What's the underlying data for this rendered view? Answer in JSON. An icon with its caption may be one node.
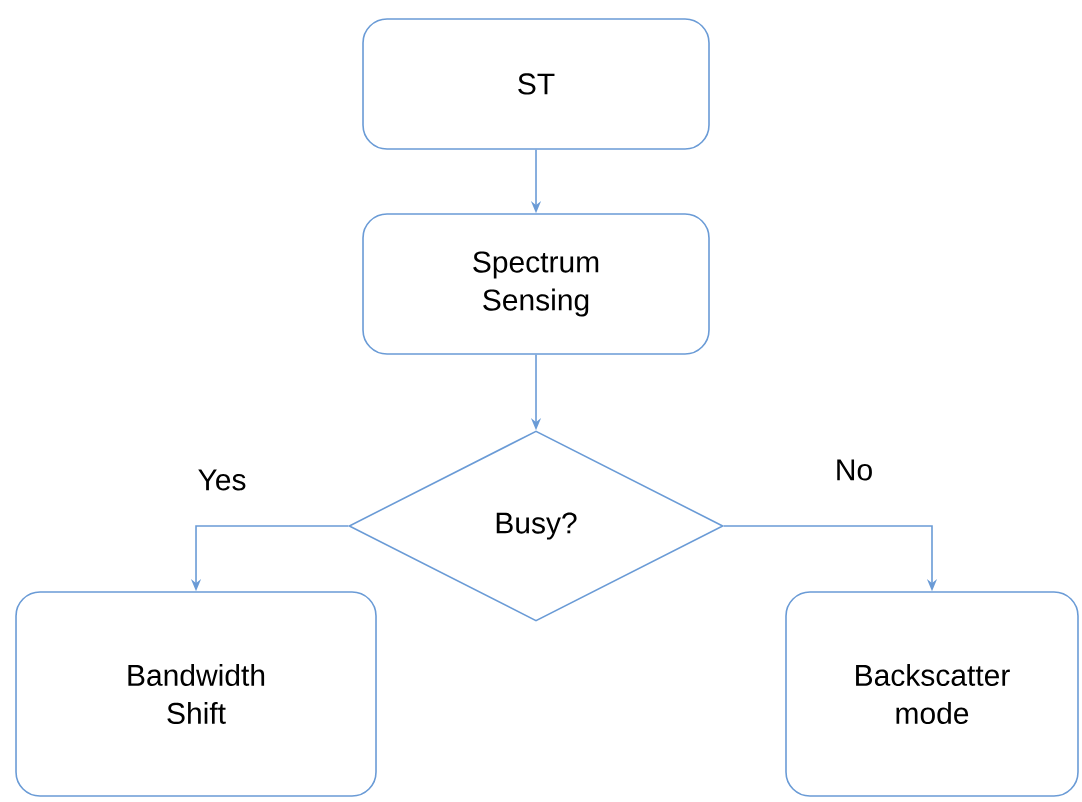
{
  "diagram": {
    "nodes": [
      {
        "text": [
          "ST"
        ]
      },
      {
        "text": [
          "Spectrum Sensing"
        ]
      },
      {
        "text": [
          "Busy?"
        ]
      },
      {
        "text": [
          "Bandwidth Shift"
        ]
      },
      {
        "text": [
          "Backscatter mode"
        ]
      }
    ],
    "edges": [
      {
        "from": 0,
        "to": 1,
        "arrow": "to"
      },
      {
        "from": 1,
        "to": 2,
        "arrow": "to"
      },
      {
        "from": 2,
        "to": 3,
        "arrow": "to",
        "label": "Yes"
      },
      {
        "from": 2,
        "to": 4,
        "arrow": "to",
        "label": "No"
      }
    ]
  }
}
